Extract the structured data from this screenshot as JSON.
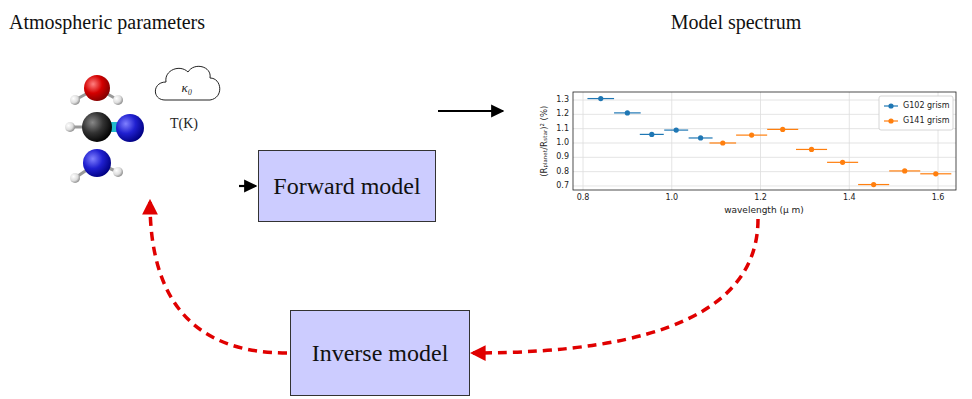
{
  "diagram": {
    "nodes": [
      {
        "text": [
          "Atmospheric parameters"
        ]
      },
      {
        "text": [
          "Forward model"
        ]
      },
      {
        "text": [
          "Model spectrum"
        ]
      },
      {
        "text": [
          "Inverse model"
        ]
      }
    ],
    "edges": [
      {
        "from": 0,
        "to": 1,
        "arrow": "to"
      },
      {
        "from": 1,
        "to": 2,
        "arrow": "to"
      },
      {
        "from": 2,
        "to": 3,
        "arrow": "to"
      },
      {
        "from": 3,
        "to": 0,
        "arrow": "to"
      }
    ],
    "labels": [
      "κ₀",
      "T(K)",
      "(Rₚₗₐₙₑₜ/Rₛₜₐᵣ)² (%)",
      "1.3",
      "1.2",
      "1.1",
      "1.0",
      "0.9",
      "0.8",
      "0.7",
      "0.8",
      "1.0",
      "1.2",
      "1.4",
      "1.6",
      "wavelength (μ m)"
    ],
    "legend": [
      {
        "text": "G102 grism",
        "color": "#1f77b4"
      },
      {
        "text": "G141 grism",
        "color": "#ff7f0e"
      }
    ]
  }
}
